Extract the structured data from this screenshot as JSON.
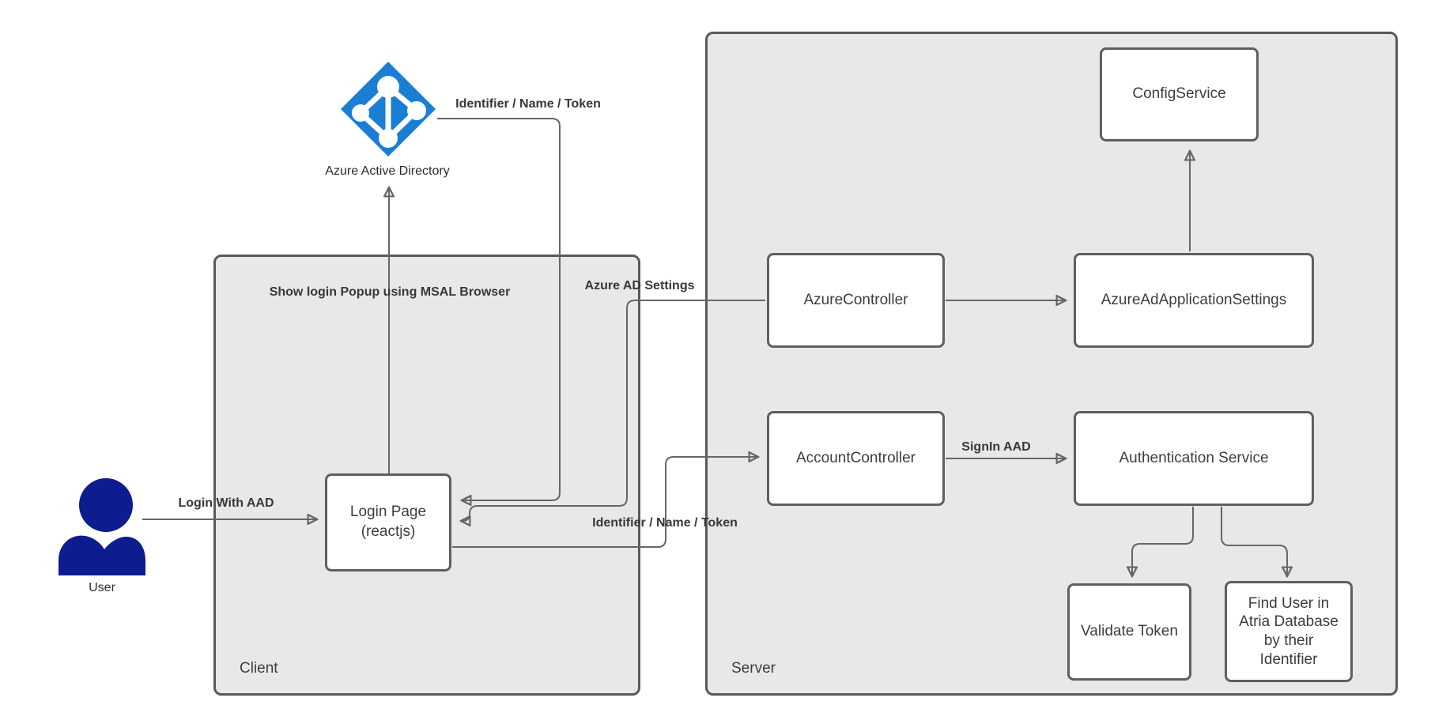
{
  "containers": {
    "client": {
      "label": "Client"
    },
    "server": {
      "label": "Server"
    }
  },
  "actors": {
    "azure_ad": {
      "label": "Azure Active Directory"
    },
    "user": {
      "label": "User"
    }
  },
  "nodes": {
    "login_page": {
      "label": "Login Page\n(reactjs)"
    },
    "config_service": {
      "label": "ConfigService"
    },
    "azure_controller": {
      "label": "AzureController"
    },
    "azure_ad_application_settings": {
      "label": "AzureAdApplicationSettings"
    },
    "account_controller": {
      "label": "AccountController"
    },
    "authentication_service": {
      "label": "Authentication Service"
    },
    "validate_token": {
      "label": "Validate Token"
    },
    "find_user": {
      "label": "Find User in\nAtria Database\nby their\nIdentifier"
    }
  },
  "edge_labels": {
    "identifier_name_token_top": "Identifier / Name / Token",
    "show_login_popup": "Show login Popup using MSAL Browser",
    "azure_ad_settings": "Azure AD Settings",
    "login_with_aad": "Login With AAD",
    "identifier_name_token_bottom": "Identifier / Name / Token",
    "signin_aad": "SignIn AAD"
  },
  "colors": {
    "azure_blue": "#1b7ed5",
    "user_navy": "#0d1c8e",
    "container_fill": "#e8e8e8",
    "container_border": "#595959",
    "node_border": "#5f5f5f",
    "connector": "#666666"
  },
  "icons": {
    "azure_ad": "azure-active-directory-icon",
    "user": "user-icon"
  }
}
